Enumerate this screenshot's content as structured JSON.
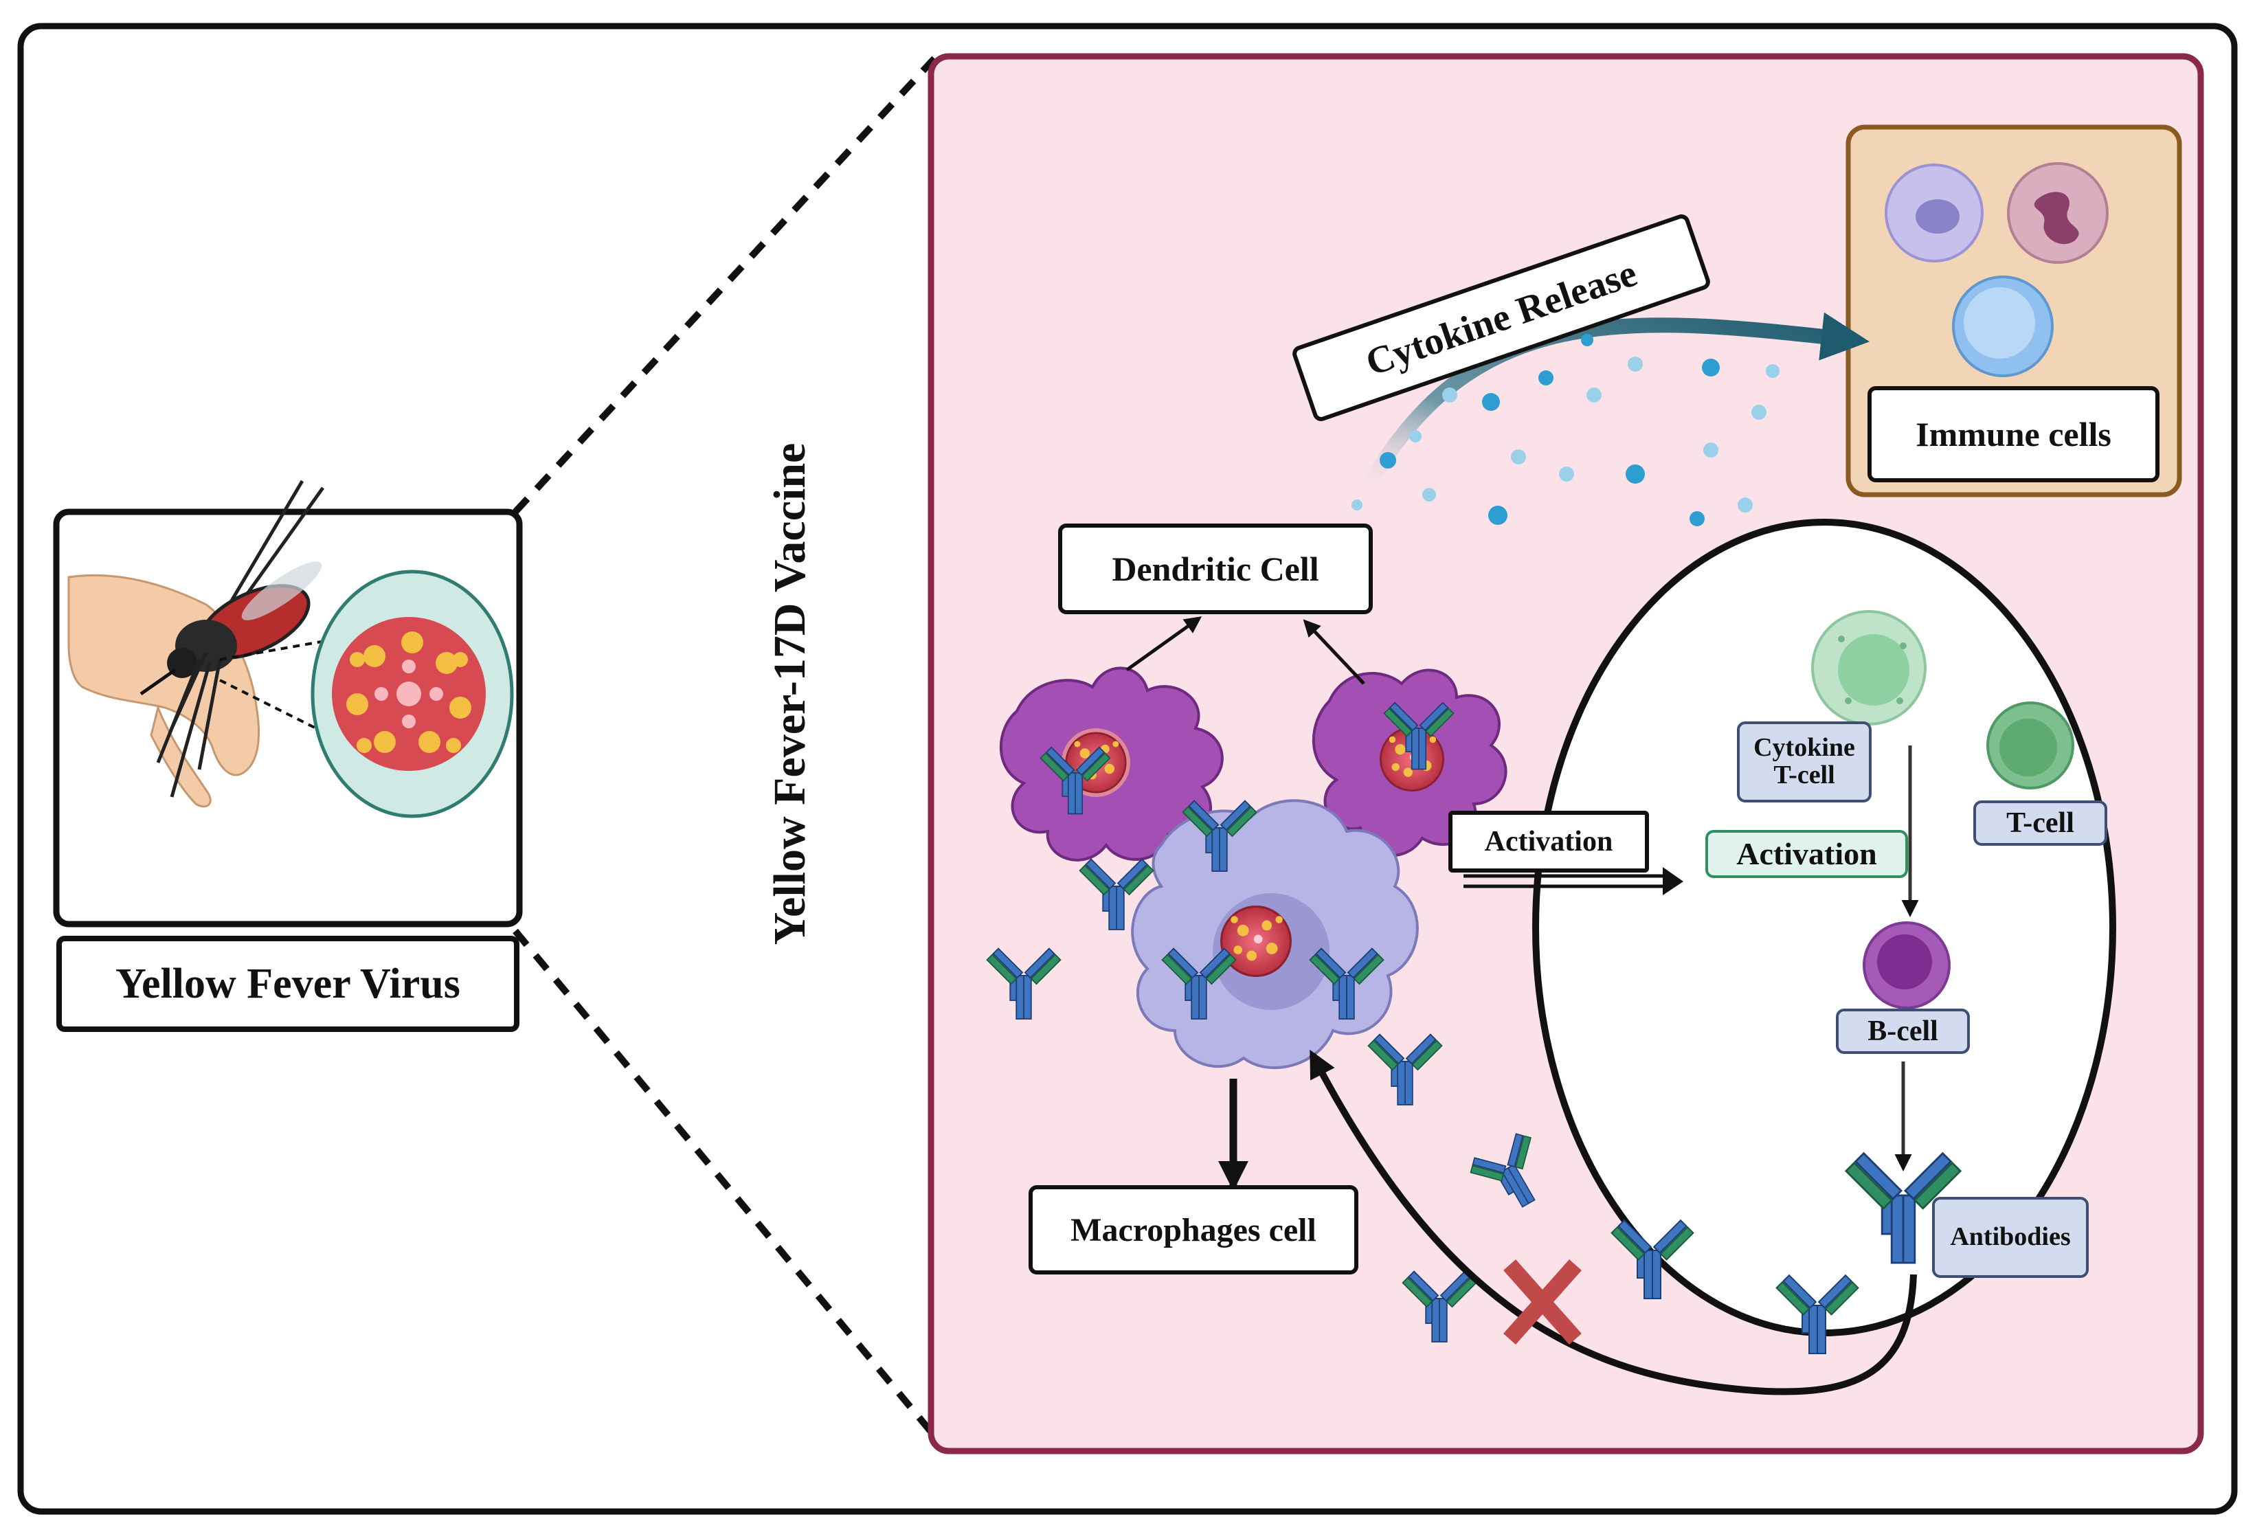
{
  "left_panel": {
    "virus_label": "Yellow Fever Virus"
  },
  "vaccine_title": "Yellow Fever-17D Vaccine",
  "main_panel": {
    "cytokine_release": "Cytokine Release",
    "immune_cells": "Immune cells",
    "dendritic_cell": "Dendritic Cell",
    "activation_arrow_label": "Activation",
    "macrophages_cell": "Macrophages cell"
  },
  "lymph_node": {
    "cytokine_tcell_line1": "Cytokine",
    "cytokine_tcell_line2": "T-cell",
    "activation": "Activation",
    "tcell": "T-cell",
    "bcell": "B-cell",
    "antibodies": "Antibodies"
  },
  "colors": {
    "panel_bg": "#fbe2e8",
    "panel_border": "#8a2a48",
    "immune_box_bg": "#f2d4b6",
    "immune_box_border": "#8a5a22",
    "cytokine_arrow": "#1f5b6e",
    "antibody_blue": "#3f74c0",
    "antibody_green": "#2f8f63",
    "dendritic_purple": "#9a4aa8",
    "macrophage_lavender": "#b7b4e6",
    "virus_red": "#c8404a",
    "block_x": "#c0494a"
  },
  "icons": [
    "mosquito-icon",
    "hand-icon",
    "virus-particle-icon",
    "dendritic-cell-icon",
    "macrophage-icon",
    "antibody-icon",
    "t-cell-icon",
    "b-cell-icon",
    "immune-cell-icon",
    "cross-icon"
  ]
}
